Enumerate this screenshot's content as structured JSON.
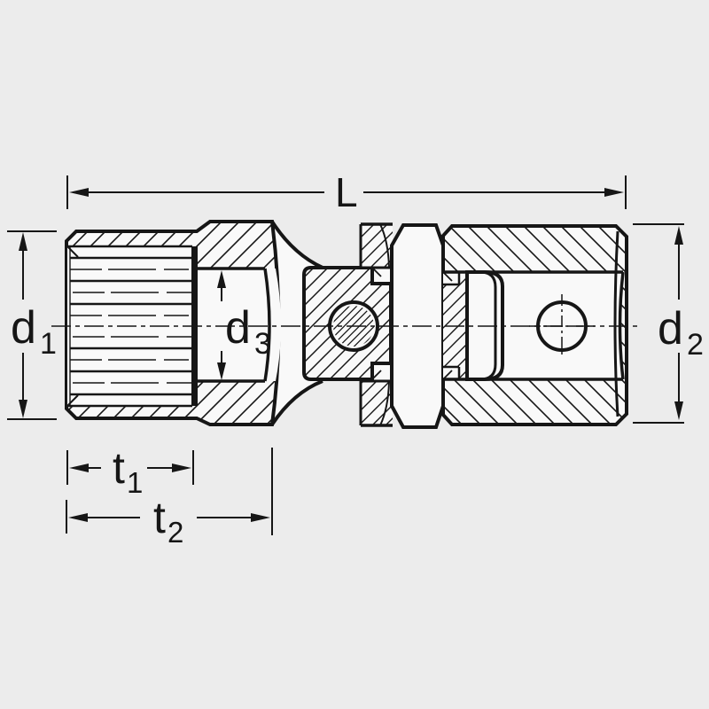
{
  "colors": {
    "background": "#ececec",
    "line": "#161616",
    "white": "#f9f9f9"
  },
  "drawing": {
    "kind": "technical cross-section drawing of a universal joint socket",
    "dim_length": {
      "base": "L",
      "sub": ""
    },
    "dim_d1": {
      "base": "d",
      "sub": "1"
    },
    "dim_d3": {
      "base": "d",
      "sub": "3"
    },
    "dim_d2": {
      "base": "d",
      "sub": "2"
    },
    "dim_t1": {
      "base": "t",
      "sub": "1"
    },
    "dim_t2": {
      "base": "t",
      "sub": "2"
    }
  }
}
